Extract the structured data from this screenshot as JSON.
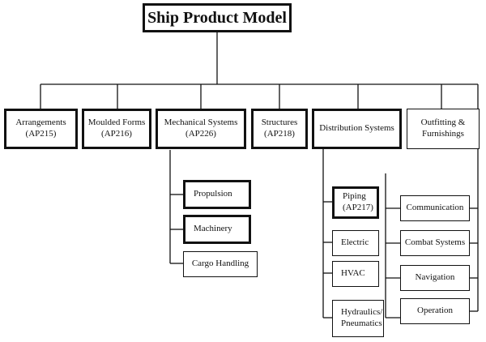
{
  "diagram": {
    "root": {
      "label": "Ship Product Model"
    },
    "top_level": [
      {
        "id": "arrangements",
        "label": "Arrangements\n(AP215)"
      },
      {
        "id": "moulded-forms",
        "label": "Moulded Forms\n(AP216)"
      },
      {
        "id": "mechanical-systems",
        "label": "Mechanical Systems\n(AP226)"
      },
      {
        "id": "structures",
        "label": "Structures\n(AP218)"
      },
      {
        "id": "distribution-systems",
        "label": "Distribution Systems"
      },
      {
        "id": "outfitting",
        "label": "Outfitting &\nFurnishings"
      }
    ],
    "mechanical_children": [
      {
        "id": "propulsion",
        "label": "Propulsion"
      },
      {
        "id": "machinery",
        "label": "Machinery"
      },
      {
        "id": "cargo-handling",
        "label": "Cargo Handling"
      }
    ],
    "distribution_children_left": [
      {
        "id": "piping",
        "label": "Piping\n(AP217)"
      },
      {
        "id": "electric",
        "label": "Electric"
      },
      {
        "id": "hvac",
        "label": "HVAC"
      },
      {
        "id": "hydraulics",
        "label": "Hydraulics/\nPneumatics"
      }
    ],
    "distribution_children_right": [
      {
        "id": "communication",
        "label": "Communication"
      },
      {
        "id": "combat-systems",
        "label": "Combat Systems"
      },
      {
        "id": "navigation",
        "label": "Navigation"
      },
      {
        "id": "operation",
        "label": "Operation"
      }
    ]
  }
}
